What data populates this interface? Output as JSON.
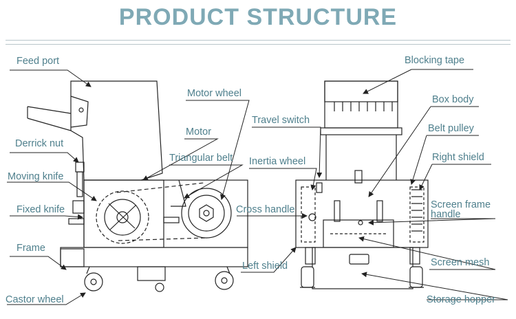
{
  "title": "PRODUCT STRUCTURE",
  "colors": {
    "title": "#7fa9b5",
    "label": "#4e7f8c",
    "line": "#222222",
    "rule": "#b9c6ca"
  },
  "labels": {
    "feed_port": "Feed port",
    "derrick_nut": "Derrick nut",
    "moving_knife": "Moving knife",
    "fixed_knife": "Fixed knife",
    "frame": "Frame",
    "castor_wheel": "Castor wheel",
    "motor_wheel": "Motor wheel",
    "motor": "Motor",
    "triangular_belt": "Triangular belt",
    "travel_switch": "Travel switch",
    "inertia_wheel": "Inertia wheel",
    "cross_handle": "Cross handle",
    "left_shield": "Left shield",
    "blocking_tape": "Blocking tape",
    "box_body": "Box body",
    "belt_pulley": "Belt pulley",
    "right_shield": "Right shield",
    "screen_frame_handle_1": "Screen frame",
    "screen_frame_handle_2": "handle",
    "screen_mesh": "Screen mesh",
    "storage_hopper": "Storage hopper"
  }
}
